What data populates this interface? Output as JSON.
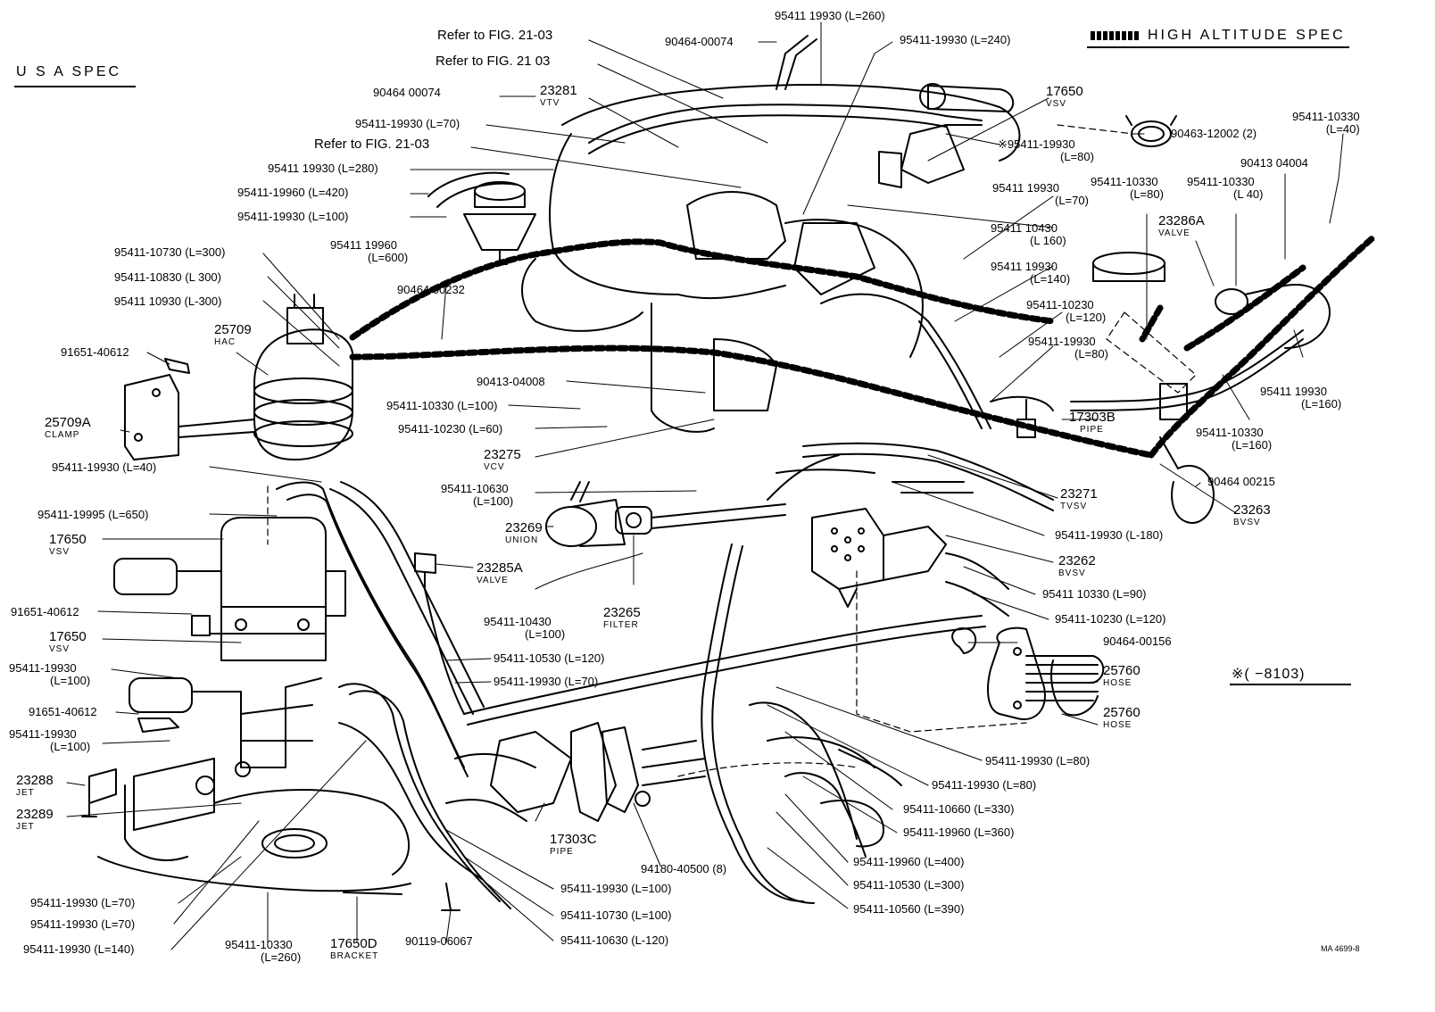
{
  "headers": {
    "usa_spec": "U S A  SPEC",
    "high_altitude_spec": "HIGH  ALTITUDE  SPEC",
    "asterisk_note": "※(      −8103)",
    "drawing_code": "MA  4699-8"
  },
  "labels": [
    {
      "id": "l1",
      "text": "95411 19930 (L=260)"
    },
    {
      "id": "l2",
      "text": "Refer to FIG. 21-03"
    },
    {
      "id": "l3",
      "text": "90464-00074"
    },
    {
      "id": "l4",
      "text": "95411-19930 (L=240)"
    },
    {
      "id": "l5",
      "text": "Refer to FIG. 21 03"
    },
    {
      "id": "l6",
      "text": "90464 00074"
    },
    {
      "id": "l7",
      "text": "23281",
      "sub": "VTV"
    },
    {
      "id": "l8",
      "text": "17650",
      "sub": "VSV"
    },
    {
      "id": "l9",
      "text": "95411-19930 (L=70)"
    },
    {
      "id": "l10",
      "text": "90463-12002 (2)"
    },
    {
      "id": "l11",
      "text": "Refer to FIG. 21-03"
    },
    {
      "id": "l12",
      "text": "※95411-19930",
      "text2": "(L=80)"
    },
    {
      "id": "l13",
      "text": "95411 19930 (L=280)"
    },
    {
      "id": "l14",
      "text": "95411-10330",
      "text2": "(L=40)"
    },
    {
      "id": "l15",
      "text": "90413 04004"
    },
    {
      "id": "l16",
      "text": "95411-19960 (L=420)"
    },
    {
      "id": "l17",
      "text": "95411-19930 (L=100)"
    },
    {
      "id": "l18",
      "text": "95411 19930",
      "text2": "(L=70)"
    },
    {
      "id": "l19",
      "text": "95411-10330",
      "text2": "(L=80)"
    },
    {
      "id": "l20",
      "text": "95411-10330",
      "text2": "(L  40)"
    },
    {
      "id": "l21",
      "text": "23286A",
      "sub": "VALVE"
    },
    {
      "id": "l22",
      "text": "95411-10730 (L=300)"
    },
    {
      "id": "l23",
      "text": "95411 19960",
      "text2": "(L=600)"
    },
    {
      "id": "l24",
      "text": "95411 10430",
      "text2": "(L  160)"
    },
    {
      "id": "l25",
      "text": "95411-10830 (L  300)"
    },
    {
      "id": "l26",
      "text": "95411 19930",
      "text2": "(L=140)"
    },
    {
      "id": "l27",
      "text": "95411 10930 (L-300)"
    },
    {
      "id": "l28",
      "text": "90464 00232"
    },
    {
      "id": "l29",
      "text": "25709",
      "sub": "HAC"
    },
    {
      "id": "l30",
      "text": "95411-10230",
      "text2": "(L=120)"
    },
    {
      "id": "l31",
      "text": "91651-40612"
    },
    {
      "id": "l32",
      "text": "95411-19930",
      "text2": "(L=80)"
    },
    {
      "id": "l33",
      "text": "90413-04008"
    },
    {
      "id": "l34",
      "text": "95411 19930",
      "text2": "(L=160)"
    },
    {
      "id": "l35",
      "text": "95411-10330 (L=100)"
    },
    {
      "id": "l36",
      "text": "17303B",
      "sub": "PIPE"
    },
    {
      "id": "l37",
      "text": "25709A",
      "sub": "CLAMP"
    },
    {
      "id": "l38",
      "text": "95411-10230 (L=60)"
    },
    {
      "id": "l39",
      "text": "95411-10330",
      "text2": "(L=160)"
    },
    {
      "id": "l40",
      "text": "23275",
      "sub": "VCV"
    },
    {
      "id": "l41",
      "text": "95411-19930 (L=40)"
    },
    {
      "id": "l42",
      "text": "90464 00215"
    },
    {
      "id": "l43",
      "text": "23271",
      "sub": "TVSV"
    },
    {
      "id": "l44",
      "text": "95411-10630",
      "text2": "(L=100)"
    },
    {
      "id": "l45",
      "text": "23263",
      "sub": "BVSV"
    },
    {
      "id": "l46",
      "text": "95411-19995 (L=650)"
    },
    {
      "id": "l47",
      "text": "23269",
      "sub": "UNION"
    },
    {
      "id": "l48",
      "text": "95411-19930 (L-180)"
    },
    {
      "id": "l49",
      "text": "17650",
      "sub": "VSV"
    },
    {
      "id": "l50",
      "text": "23285A",
      "sub": "VALVE"
    },
    {
      "id": "l51",
      "text": "23262",
      "sub": "BVSV"
    },
    {
      "id": "l52",
      "text": "23265",
      "sub": "FILTER"
    },
    {
      "id": "l53",
      "text": "95411 10330 (L=90)"
    },
    {
      "id": "l54",
      "text": "91651-40612"
    },
    {
      "id": "l55",
      "text": "95411-10430",
      "text2": "(L=100)"
    },
    {
      "id": "l56",
      "text": "95411-10230 (L=120)"
    },
    {
      "id": "l57",
      "text": "17650",
      "sub": "VSV"
    },
    {
      "id": "l58",
      "text": "90464-00156"
    },
    {
      "id": "l59",
      "text": "95411-10530 (L=120)"
    },
    {
      "id": "l60",
      "text": "95411-19930",
      "text2": "(L=100)"
    },
    {
      "id": "l61",
      "text": "95411-19930 (L=70)"
    },
    {
      "id": "l62",
      "text": "25760",
      "sub": "HOSE"
    },
    {
      "id": "l63",
      "text": "91651-40612"
    },
    {
      "id": "l64",
      "text": "25760",
      "sub": "HOSE"
    },
    {
      "id": "l65",
      "text": "95411-19930",
      "text2": "(L=100)"
    },
    {
      "id": "l66",
      "text": "23288",
      "sub": "JET"
    },
    {
      "id": "l67",
      "text": "95411-19930 (L=80)"
    },
    {
      "id": "l68",
      "text": "23289",
      "sub": "JET"
    },
    {
      "id": "l69",
      "text": "95411-19930 (L=80)"
    },
    {
      "id": "l70",
      "text": "17303C",
      "sub": "PIPE"
    },
    {
      "id": "l71",
      "text": "95411-10660 (L=330)"
    },
    {
      "id": "l72",
      "text": "95411-19960 (L=360)"
    },
    {
      "id": "l73",
      "text": "94180-40500 (8)"
    },
    {
      "id": "l74",
      "text": "95411-19960 (L=400)"
    },
    {
      "id": "l75",
      "text": "95411-19930 (L=70)"
    },
    {
      "id": "l76",
      "text": "95411-19930 (L=100)"
    },
    {
      "id": "l77",
      "text": "95411-10530 (L=300)"
    },
    {
      "id": "l78",
      "text": "95411-19930 (L=70)"
    },
    {
      "id": "l79",
      "text": "95411-10560 (L=390)"
    },
    {
      "id": "l80",
      "text": "95411-10730 (L=100)"
    },
    {
      "id": "l81",
      "text": "95411-19930 (L=140)"
    },
    {
      "id": "l82",
      "text": "95411-10330",
      "text2": "(L=260)"
    },
    {
      "id": "l83",
      "text": "17650D",
      "sub": "BRACKET"
    },
    {
      "id": "l84",
      "text": "90119-06067"
    },
    {
      "id": "l85",
      "text": "95411-10630 (L-120)"
    }
  ]
}
